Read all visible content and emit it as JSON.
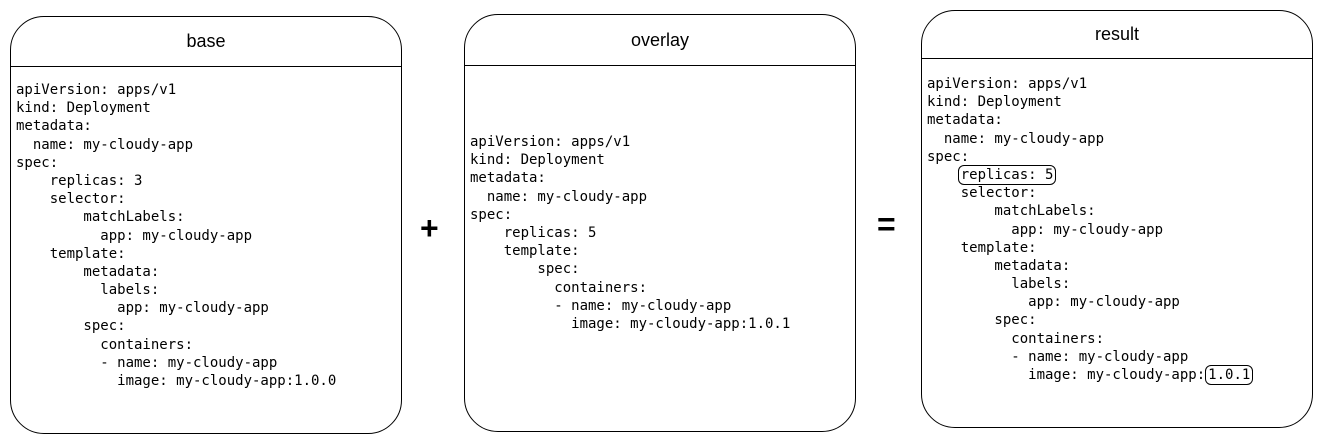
{
  "panels": {
    "base": {
      "title": "base",
      "lines": [
        "apiVersion: apps/v1",
        "kind: Deployment",
        "metadata:",
        "  name: my-cloudy-app",
        "spec:",
        "    replicas: 3",
        "    selector:",
        "        matchLabels:",
        "          app: my-cloudy-app",
        "    template:",
        "        metadata:",
        "          labels:",
        "            app: my-cloudy-app",
        "        spec:",
        "          containers:",
        "          - name: my-cloudy-app",
        "            image: my-cloudy-app:1.0.0"
      ]
    },
    "overlay": {
      "title": "overlay",
      "lines": [
        "apiVersion: apps/v1",
        "kind: Deployment",
        "metadata:",
        "  name: my-cloudy-app",
        "spec:",
        "    replicas: 5",
        "    template:",
        "        spec:",
        "          containers:",
        "          - name: my-cloudy-app",
        "            image: my-cloudy-app:1.0.1"
      ]
    },
    "result": {
      "title": "result",
      "lines": [
        "apiVersion: apps/v1",
        "kind: Deployment",
        "metadata:",
        "  name: my-cloudy-app",
        "spec:",
        "    replicas: 5",
        "    selector:",
        "        matchLabels:",
        "          app: my-cloudy-app",
        "    template:",
        "        metadata:",
        "          labels:",
        "            app: my-cloudy-app",
        "        spec:",
        "          containers:",
        "          - name: my-cloudy-app",
        "            image: my-cloudy-app:",
        "1.0.1"
      ]
    }
  },
  "operators": {
    "plus": "+",
    "equals": "="
  }
}
